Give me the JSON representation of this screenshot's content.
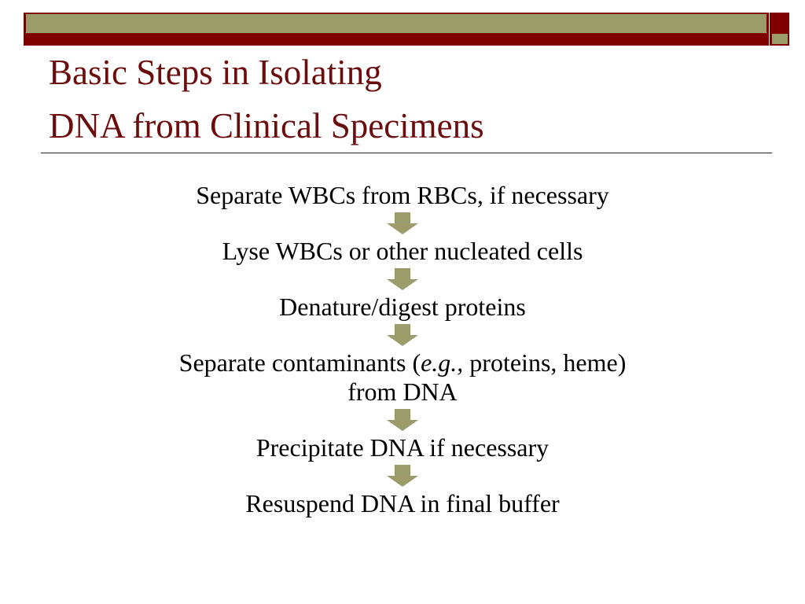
{
  "colors": {
    "accent_dark": "#800000",
    "accent_olive": "#9c9b6a",
    "title": "#6b0d0d",
    "arrow": "#9c9b6a"
  },
  "title": {
    "line1": "Basic Steps in Isolating",
    "line2": "DNA from Clinical Specimens"
  },
  "steps": [
    {
      "text": "Separate WBCs from RBCs, if necessary"
    },
    {
      "text": "Lyse WBCs or other nucleated cells"
    },
    {
      "text": "Denature/digest proteins"
    },
    {
      "text_before": "Separate contaminants (",
      "text_italic": "e.g.,",
      "text_after": " proteins, heme)",
      "text_line2": "from DNA"
    },
    {
      "text": "Precipitate DNA if necessary"
    },
    {
      "text": "Resuspend DNA in final buffer"
    }
  ],
  "arrow_icon": "down-arrow-icon"
}
